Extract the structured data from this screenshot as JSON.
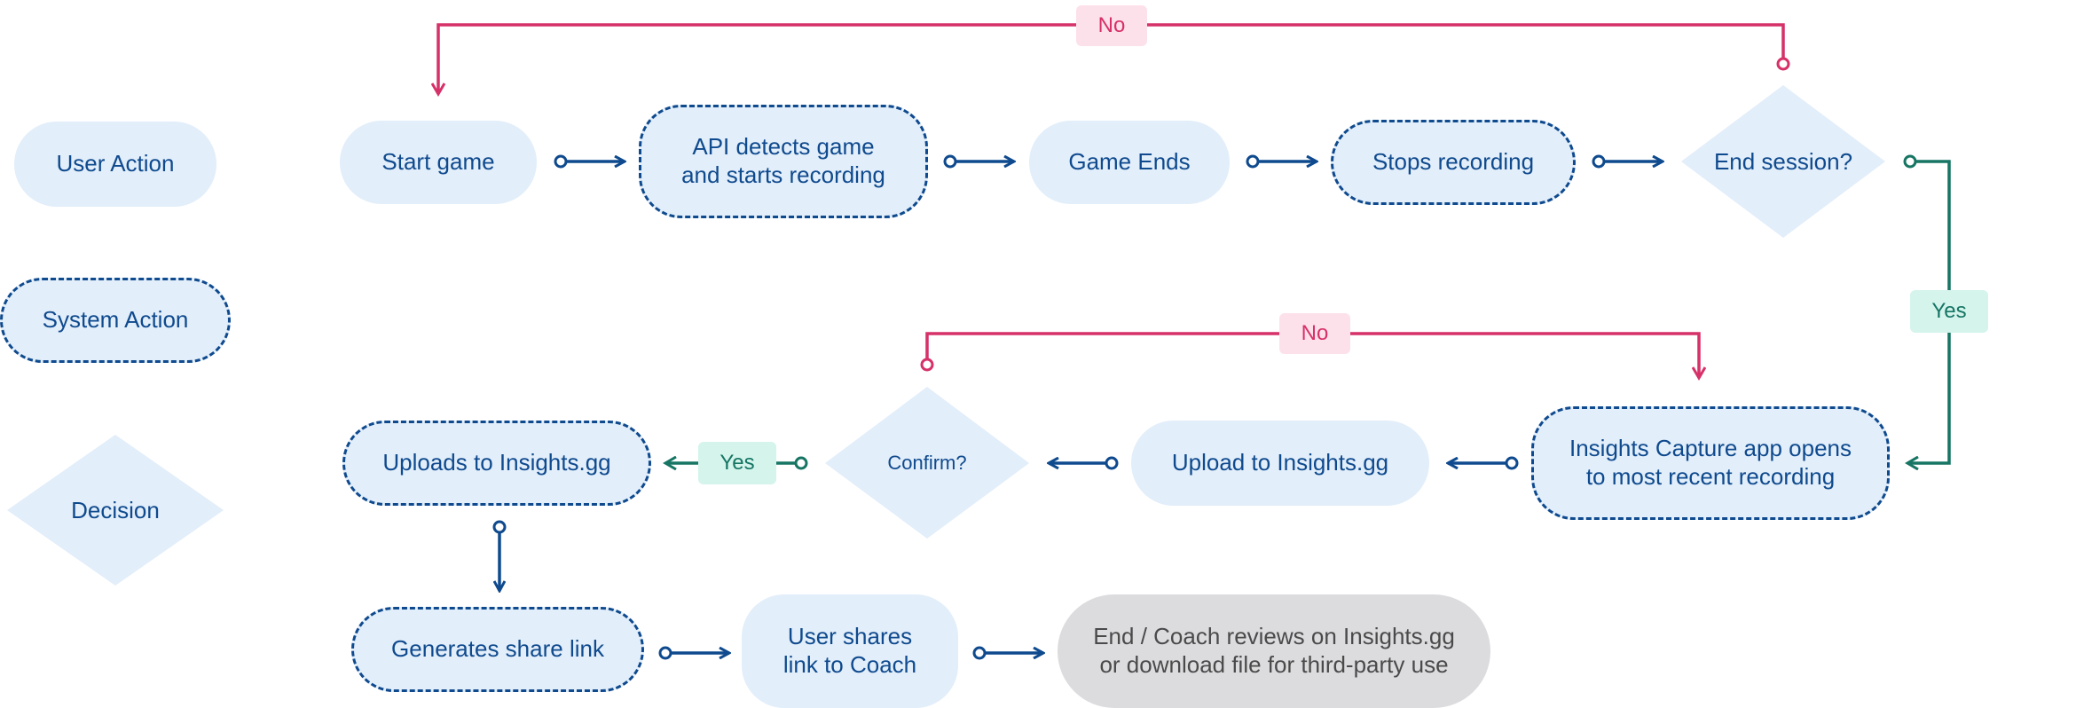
{
  "legend": {
    "user_action": "User Action",
    "system_action": "System Action",
    "decision": "Decision"
  },
  "nodes": {
    "start_game": "Start game",
    "api_detects": "API detects game\nand starts recording",
    "game_ends": "Game Ends",
    "stops_recording": "Stops recording",
    "end_session": "End session?",
    "capture_app_opens": "Insights Capture app opens\nto most recent recording",
    "upload": "Upload to Insights.gg",
    "confirm": "Confirm?",
    "uploads": "Uploads to Insights.gg",
    "generates_link": "Generates share link",
    "user_shares": "User shares\nlink to Coach",
    "end_review": "End / Coach reviews on Insights.gg\nor download file for third-party use"
  },
  "edge_labels": {
    "no_top": "No",
    "yes_right": "Yes",
    "no_middle": "No",
    "yes_confirm": "Yes"
  },
  "colors": {
    "flow": "#0f4a8e",
    "no": "#d63168",
    "yes": "#167563",
    "node_fill": "#e2eefa",
    "end_fill": "#dcdcdf"
  }
}
